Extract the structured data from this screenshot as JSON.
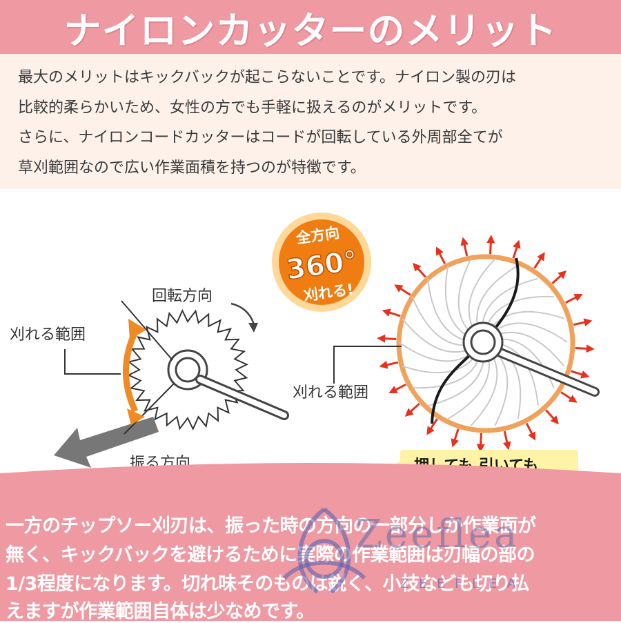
{
  "title": "ナイロンカッターのメリット",
  "intro": {
    "lines": [
      "最大のメリットはキックバックが起こらないことです。ナイロン製の刃は",
      "比較的柔らかいため、女性の方でも手軽に扱えるのがメリットです。",
      "さらに、ナイロンコードカッターはコードが回転している外周部全てが",
      "草刈範囲なので広い作業面積を持つのが特徴です。"
    ]
  },
  "left_diagram": {
    "rotation_label": "回転方向",
    "cut_range_label": "刈れる範囲",
    "swing_label": "振る方向"
  },
  "right_diagram": {
    "badge_line1": "全方向",
    "badge_line2": "360°",
    "badge_line3": "刈れる!",
    "cut_range_label": "刈れる範囲",
    "push_pull_label": "押しても 引いても"
  },
  "bottom": {
    "lines": [
      "一方のチップソー刈刃は、振った時の方向の一部分しか作業面が",
      "無く、キックバックを避けるために実際の作業範囲は刃幅の部の",
      "1/3程度になります。切れ味そのものは鋭く、小枝なども切り払",
      "えますが作業範囲自体は少なめです。"
    ]
  },
  "watermark": {
    "brand": "Zeeflea",
    "sub": "ZEEFLEA"
  },
  "colors": {
    "pink": "#ef9aa3",
    "cream": "#fdf1ea",
    "orange": "#f08a24",
    "red_arrow": "#e8301c"
  }
}
